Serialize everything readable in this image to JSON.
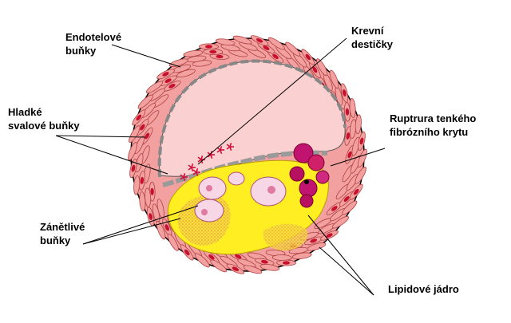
{
  "labels": {
    "endothelial": "Endotelové\nbuňky",
    "platelets": "Krevní\ndestičky",
    "smooth_muscle": "Hladké\nsvalové buňky",
    "rupture": "Ruptrura tenkého\nfibrózního krytu",
    "inflammatory": "Zánětlivé\nbuňky",
    "lipid_core": "Lipidové jádro"
  },
  "colors": {
    "vessel_wall": "#f2a0a0",
    "muscle_cell": "#e05a5a",
    "nucleus": "#c8102e",
    "lumen": "#fbd0d0",
    "lipid_core": "#ffee22",
    "platelet": "#d0103a",
    "thrombus": "#c01470",
    "foam_cell": "#f7d6e6"
  }
}
